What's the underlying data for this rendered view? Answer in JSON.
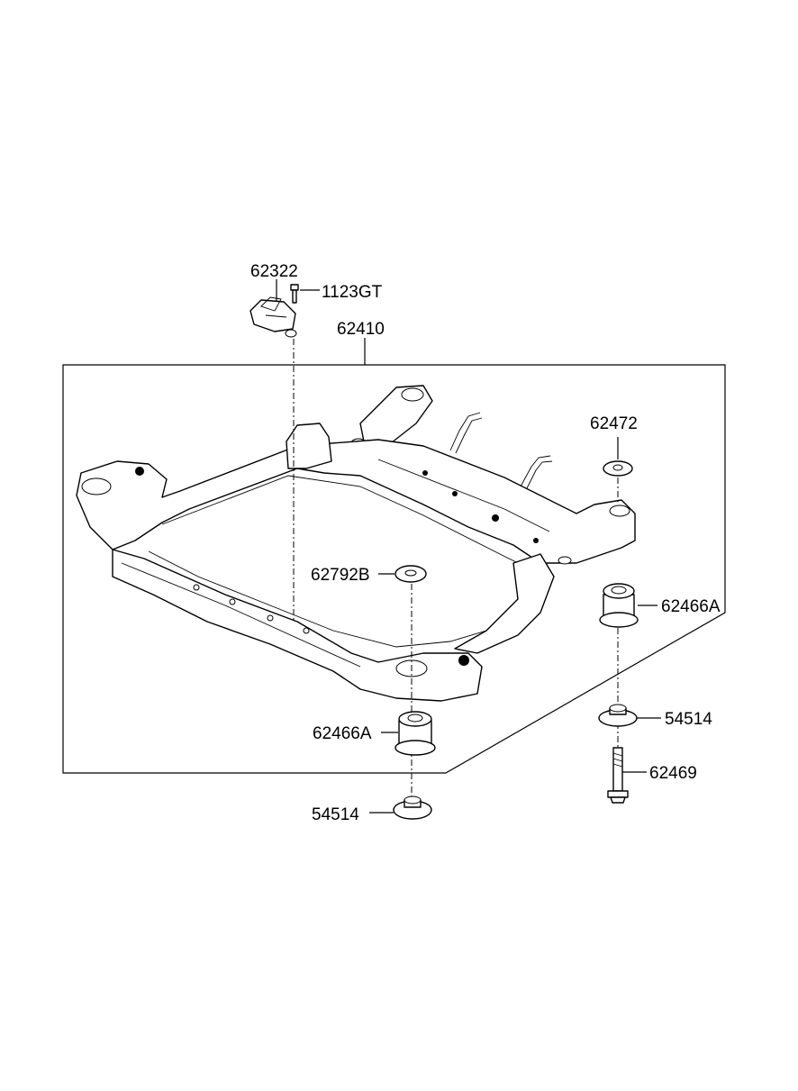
{
  "labels": {
    "bracket": "62322",
    "bolt_small": "1123GT",
    "subframe": "62410",
    "washer_right": "62472",
    "washer_center": "62792B",
    "bushing_right": "62466A",
    "bushing_left": "62466A",
    "stopper_right": "54514",
    "stopper_left": "54514",
    "bolt_long": "62469"
  }
}
